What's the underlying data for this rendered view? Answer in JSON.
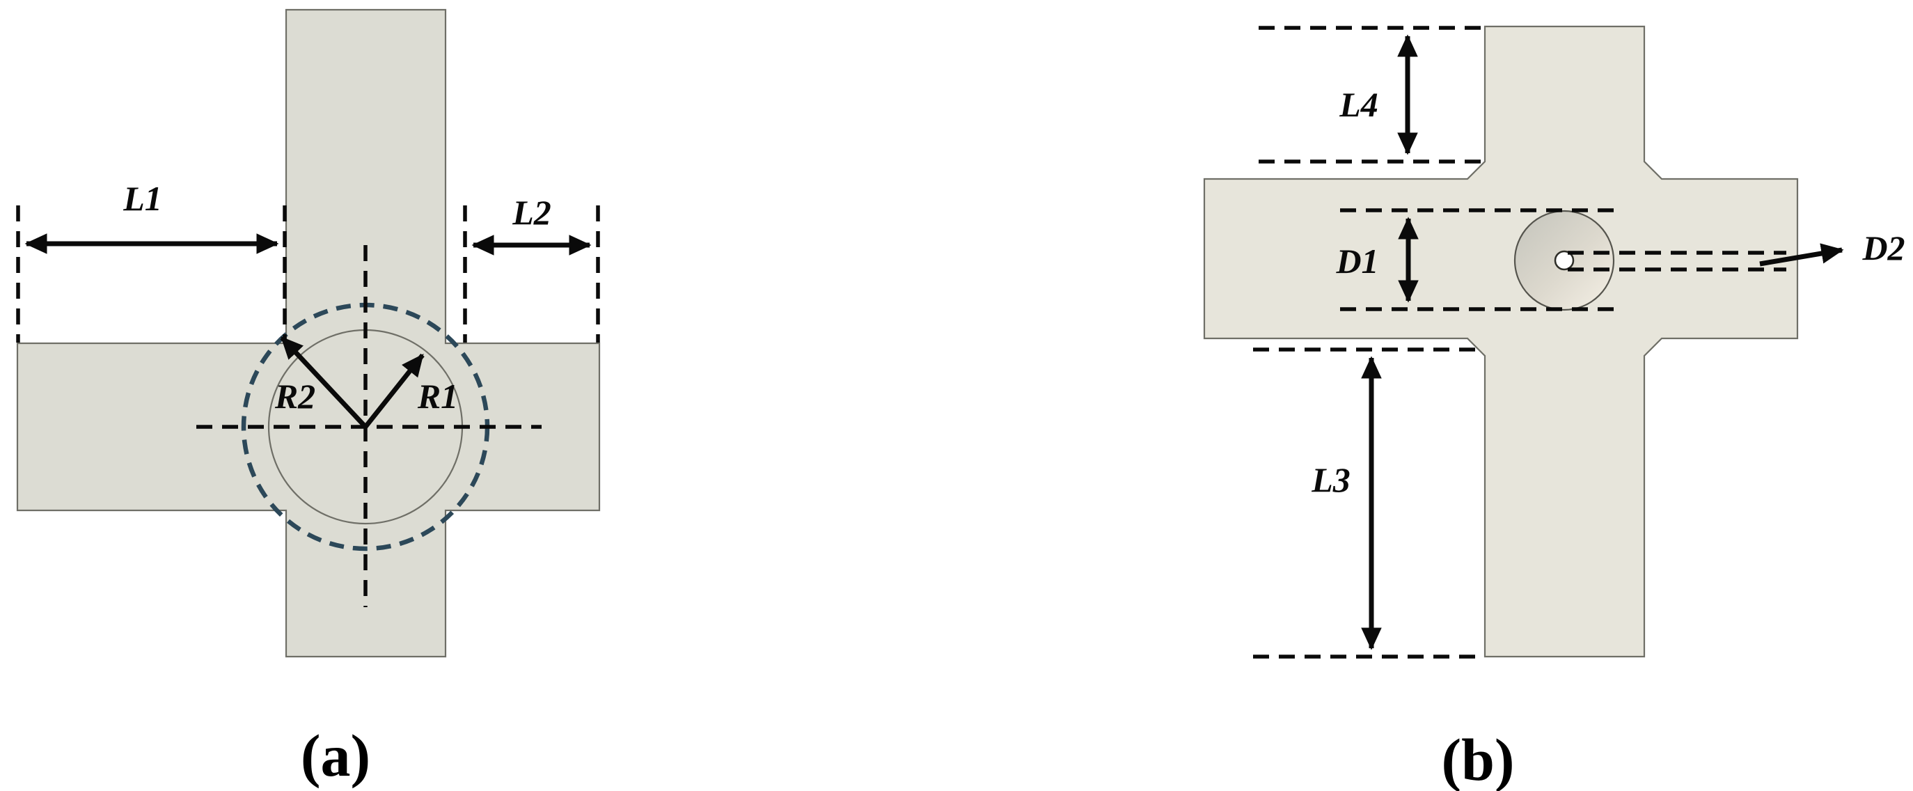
{
  "figure": {
    "type": "engineering-drawing",
    "description_visible_text_only": true,
    "panels": [
      {
        "id": "a",
        "caption": "(a)",
        "shape": "cross-shaped part, front view, with concentric reference circles at the intersection",
        "labels": {
          "L1": "L1",
          "L2": "L2",
          "R1": "R1",
          "R2": "R2"
        }
      },
      {
        "id": "b",
        "caption": "(b)",
        "shape": "cross-shaped part with chamfered inner corners, counterbore circle and center hole",
        "labels": {
          "L4": "L4",
          "D1": "D1",
          "D2": "D2",
          "L3": "L3"
        }
      }
    ]
  },
  "colors": {
    "page-bg": "#ffffff",
    "part-fill-a": "#dcdcd3",
    "part-fill-b": "#e7e5db",
    "part-stroke": "#6f6f67",
    "dim-black": "#0a0a0a",
    "ref-circle-blue": "#2c4859",
    "bore-grad-dark": "#c4c4bc",
    "bore-grad-light": "#f5f0e6"
  }
}
